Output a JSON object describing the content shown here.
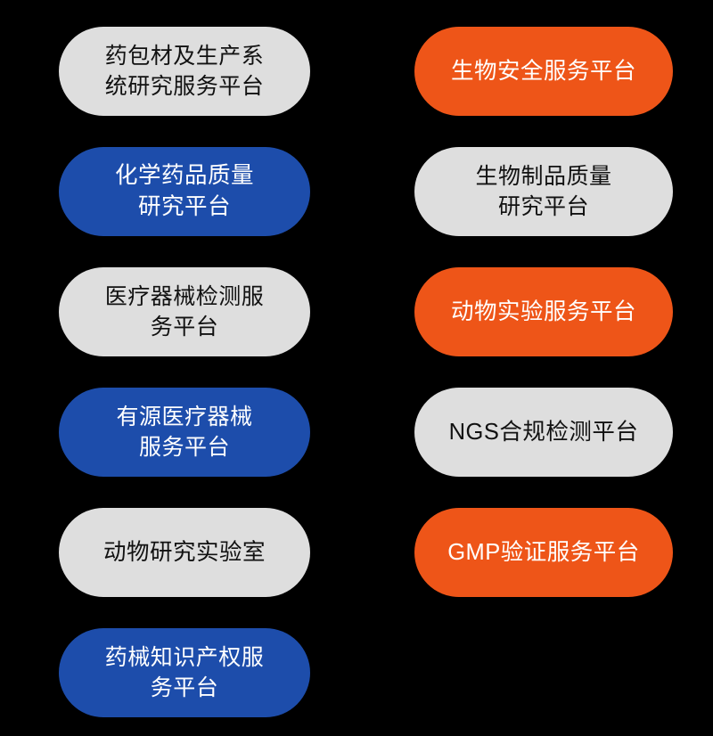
{
  "background_color": "#000000",
  "palette": {
    "gray_bg": "#dedede",
    "gray_text": "#111111",
    "blue_bg": "#1d4dab",
    "blue_text": "#ffffff",
    "orange_bg": "#ee5518",
    "orange_text": "#ffffff"
  },
  "layout": {
    "columns": 2,
    "left_column_count": 6,
    "right_column_count": 5,
    "total_pills": 11,
    "shape": "pill"
  },
  "left_column": {
    "items": [
      {
        "label": "药包材及生产系\n统研究服务平台",
        "style": "gray"
      },
      {
        "label": "化学药品质量\n研究平台",
        "style": "blue"
      },
      {
        "label": "医疗器械检测服\n务平台",
        "style": "gray"
      },
      {
        "label": "有源医疗器械\n服务平台",
        "style": "blue"
      },
      {
        "label": "动物研究实验室",
        "style": "gray"
      },
      {
        "label": "药械知识产权服\n务平台",
        "style": "blue"
      }
    ]
  },
  "right_column": {
    "items": [
      {
        "label": "生物安全服务平台",
        "style": "orange"
      },
      {
        "label": "生物制品质量\n研究平台",
        "style": "gray"
      },
      {
        "label": "动物实验服务平台",
        "style": "orange"
      },
      {
        "label": "NGS合规检测平台",
        "style": "gray"
      },
      {
        "label": "GMP验证服务平台",
        "style": "orange"
      }
    ]
  }
}
